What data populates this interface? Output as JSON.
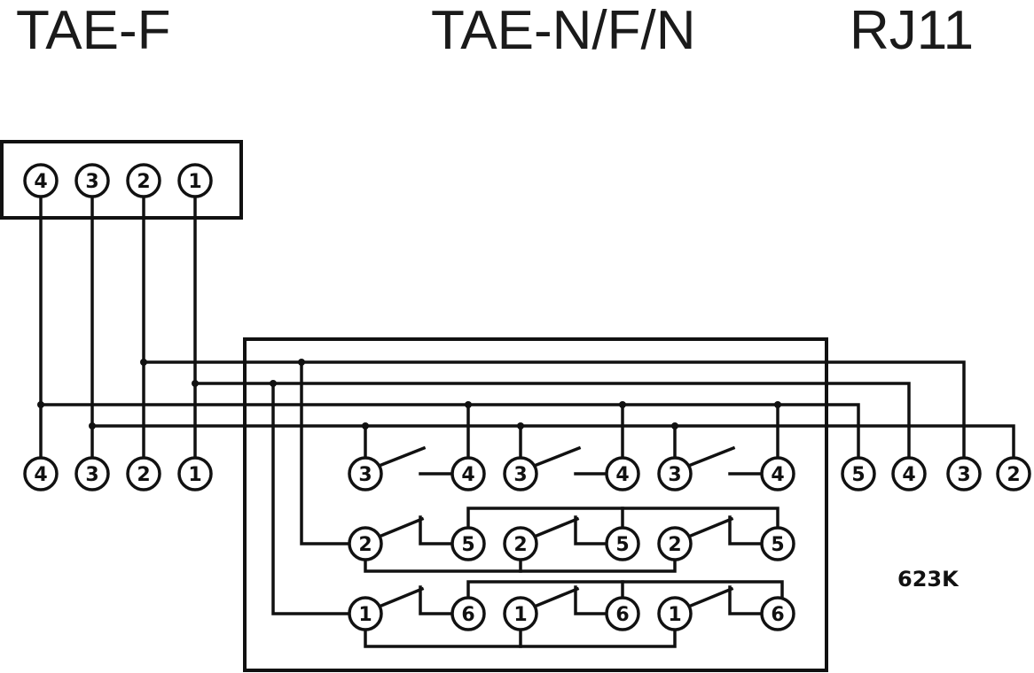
{
  "titles": {
    "tae_f": "TAE-F",
    "tae_nfn": "TAE-N/F/N",
    "rj11": "RJ11"
  },
  "tae_f_header": [
    "4",
    "3",
    "2",
    "1"
  ],
  "tae_f_bottom": [
    "4",
    "3",
    "2",
    "1"
  ],
  "rj11_pins": [
    "5",
    "4",
    "3",
    "2"
  ],
  "switch_rows": {
    "row1": [
      [
        "3",
        "4"
      ],
      [
        "3",
        "4"
      ],
      [
        "3",
        "4"
      ]
    ],
    "row2": [
      [
        "2",
        "5"
      ],
      [
        "2",
        "5"
      ],
      [
        "2",
        "5"
      ]
    ],
    "row3": [
      [
        "1",
        "6"
      ],
      [
        "1",
        "6"
      ],
      [
        "1",
        "6"
      ]
    ]
  },
  "code_label": "623K"
}
